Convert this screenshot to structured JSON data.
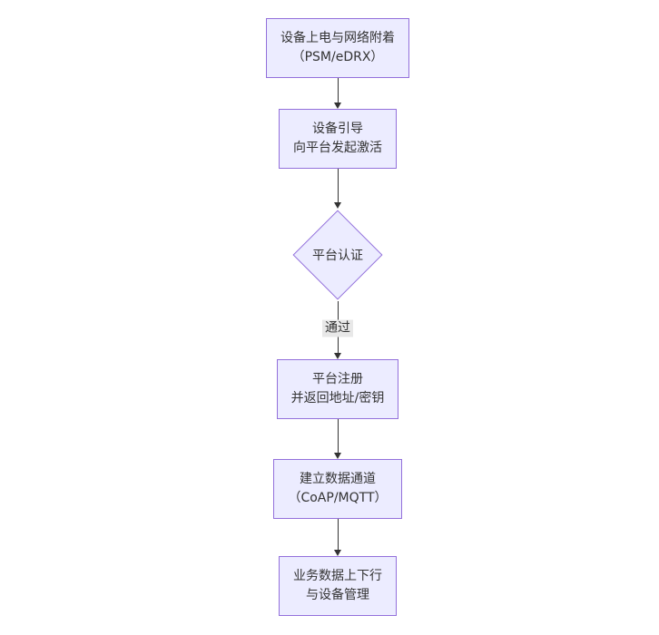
{
  "diagram": {
    "type": "flowchart-top-down",
    "background_color": "#ffffff",
    "node_fill_color": "#ECECFF",
    "node_border_color": "#9370DB",
    "arrow_color": "#333333",
    "text_color": "#333333",
    "edge_label_bg_color": "#e8e8e8",
    "nodes": [
      {
        "shape": "rect",
        "line1": "设备上电与网络附着",
        "line2": "（PSM/eDRX）"
      },
      {
        "shape": "rect",
        "line1": "设备引导",
        "line2": "向平台发起激活"
      },
      {
        "shape": "diamond",
        "line1": "平台认证",
        "line2": ""
      },
      {
        "shape": "rect",
        "line1": "平台注册",
        "line2": "并返回地址/密钥"
      },
      {
        "shape": "rect",
        "line1": "建立数据通道",
        "line2": "（CoAP/MQTT）"
      },
      {
        "shape": "rect",
        "line1": "业务数据上下行",
        "line2": "与设备管理"
      }
    ],
    "edge_labels": {
      "auth_pass": "通过"
    }
  }
}
